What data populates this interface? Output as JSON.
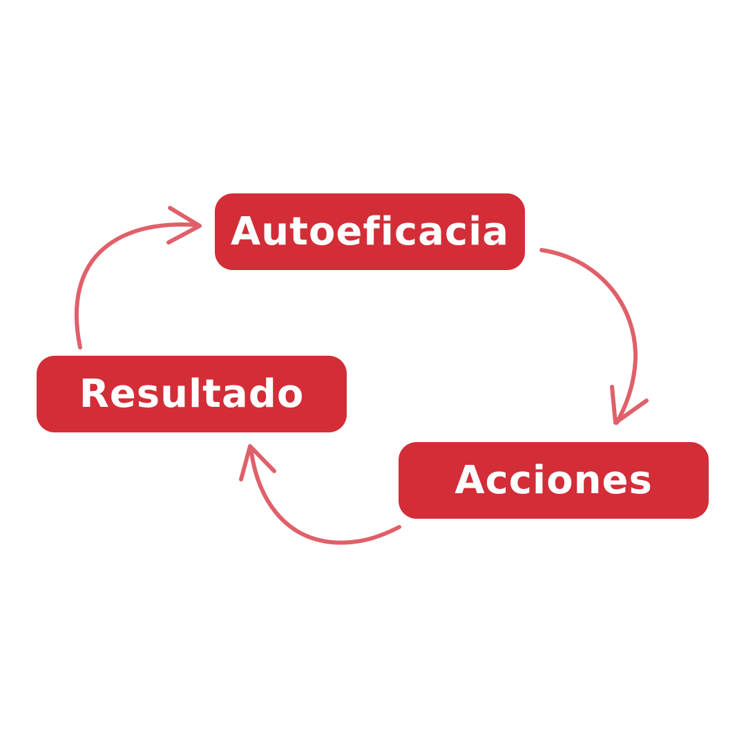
{
  "diagram": {
    "nodes": {
      "autoeficacia": "Autoeficacia",
      "acciones": "Acciones",
      "resultado": "Resultado"
    },
    "colors": {
      "node_fill": "#d32d37",
      "arrow": "#e0606a",
      "text": "#ffffff",
      "background": "#ffffff"
    },
    "edges": [
      {
        "from": "Autoeficacia",
        "to": "Acciones"
      },
      {
        "from": "Acciones",
        "to": "Resultado"
      },
      {
        "from": "Resultado",
        "to": "Autoeficacia"
      }
    ]
  }
}
